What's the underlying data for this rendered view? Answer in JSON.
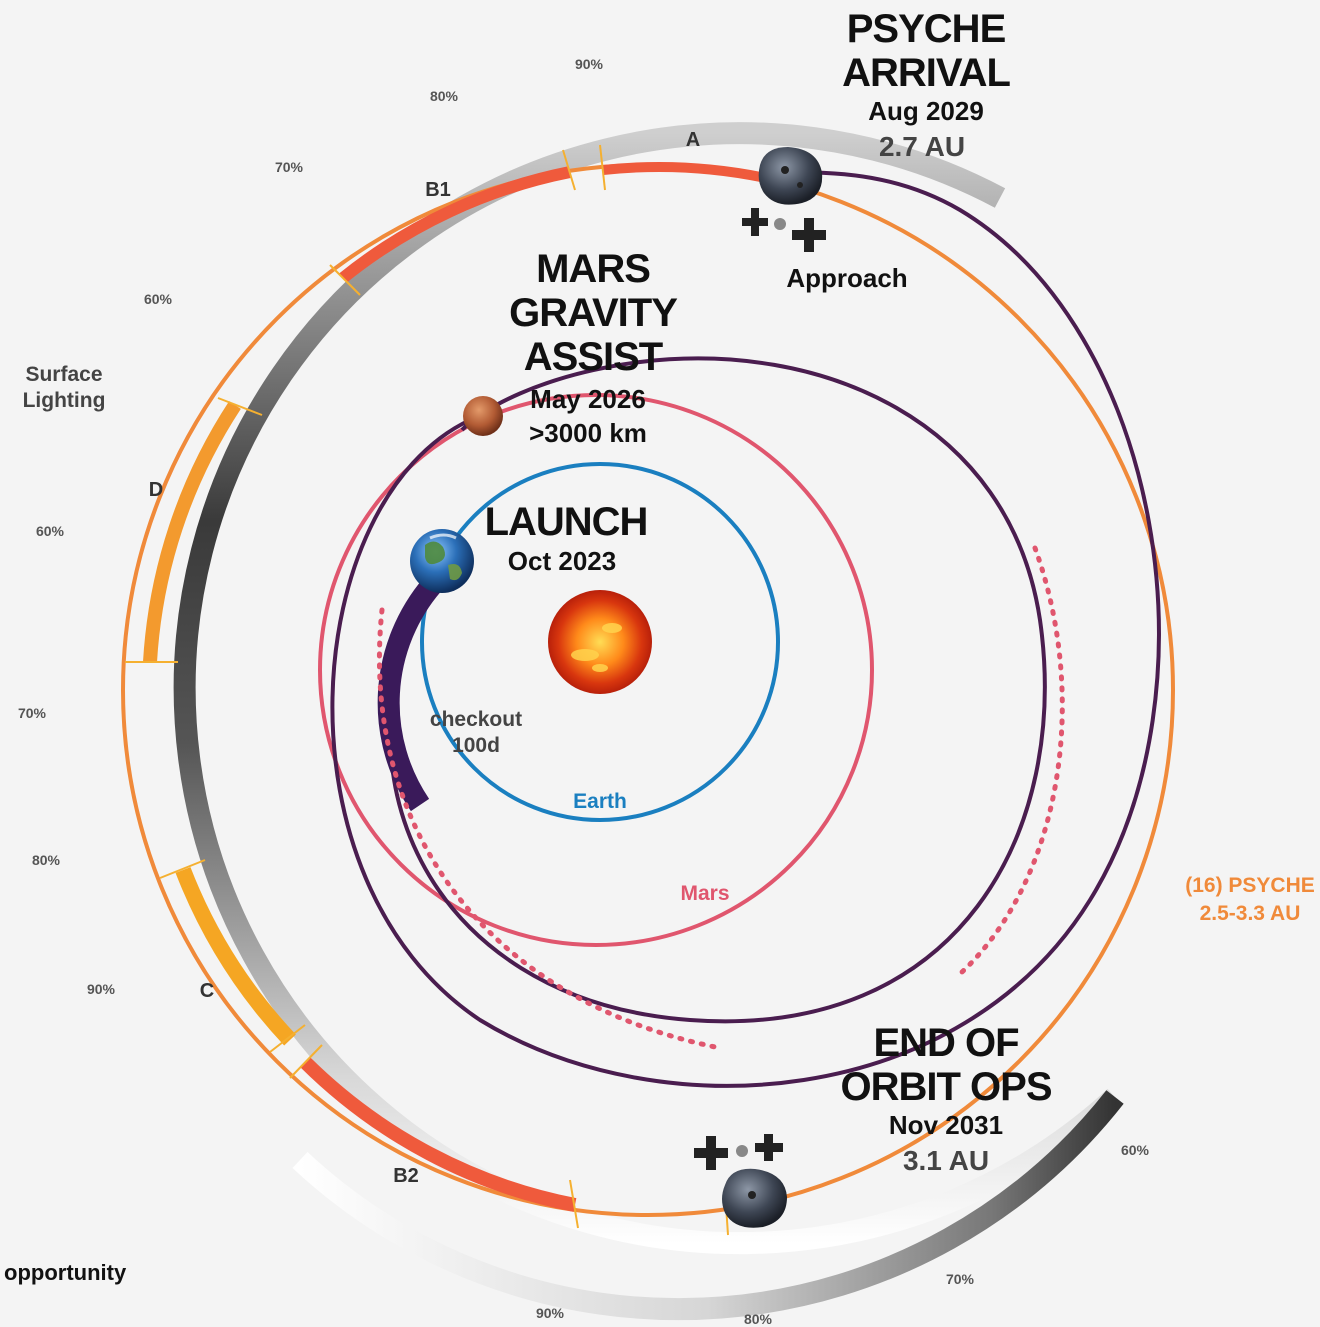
{
  "arrival": {
    "title_1": "PSYCHE",
    "title_2": "ARRIVAL",
    "date": "Aug 2029",
    "distance": "2.7 AU"
  },
  "approach": "Approach",
  "mars_assist": {
    "title_1": "MARS",
    "title_2": "GRAVITY",
    "title_3": "ASSIST",
    "date": "May 2026",
    "distance": ">3000 km"
  },
  "launch": {
    "title": "LAUNCH",
    "date": "Oct 2023"
  },
  "checkout": {
    "line_1": "checkout",
    "line_2": "100d"
  },
  "orbit_labels": {
    "earth": "Earth",
    "mars": "Mars",
    "psyche_1": "(16) PSYCHE",
    "psyche_2": "2.5-3.3 AU"
  },
  "end_ops": {
    "title_1": "END OF",
    "title_2": "ORBIT OPS",
    "date": "Nov 2031",
    "distance": "3.1 AU"
  },
  "surface_lighting": {
    "line_1": "Surface",
    "line_2": "Lighting"
  },
  "opportunity": "opportunity",
  "phases": {
    "a": "A",
    "b1": "B1",
    "b2": "B2",
    "c": "C",
    "d": "D"
  },
  "lighting_percentages": [
    "90%",
    "80%",
    "70%",
    "60%",
    "60%",
    "70%",
    "80%",
    "90%",
    "90%",
    "80%",
    "70%",
    "60%"
  ],
  "colors": {
    "earth_orbit": "#1a7fc0",
    "mars_orbit": "#e0566e",
    "psyche_orbit": "#f08a3a",
    "trajectory": "#4a1d4f",
    "phase_red": "#ef5a3c",
    "phase_orange": "#f39a2e"
  }
}
